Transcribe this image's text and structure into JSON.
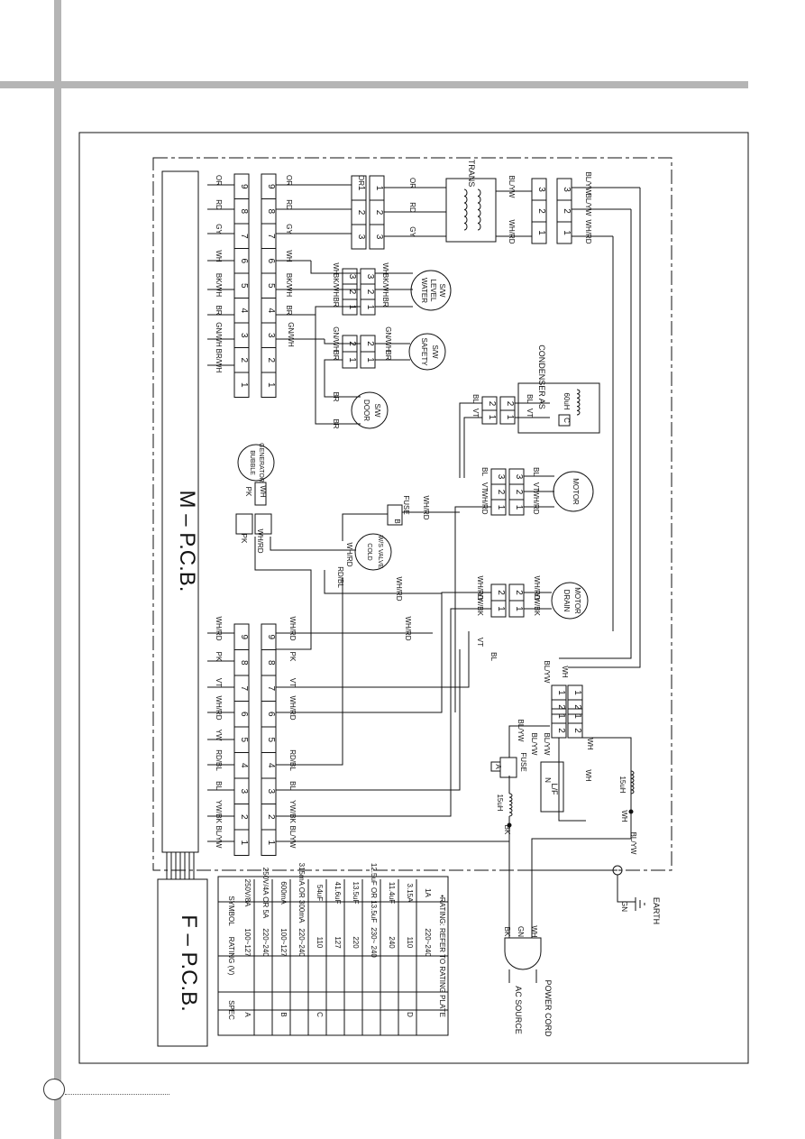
{
  "boards": {
    "main": "M – P.C.B.",
    "front": "F – P.C.B."
  },
  "connectors": {
    "pins9": [
      "9",
      "8",
      "7",
      "6",
      "5",
      "4",
      "3",
      "2",
      "1"
    ],
    "upper_wires": [
      "OR",
      "RD",
      "GY",
      "WH",
      "BK/WH",
      "BR",
      "GN/WH",
      "BR/WH"
    ],
    "upper_wires_right": [
      "OR",
      "RD",
      "GY",
      "WH",
      "BK/WH",
      "BR",
      "GN/WH"
    ],
    "lower_wires": [
      "WH/RD",
      "PK",
      "VT",
      "WH/RD",
      "YW",
      "RD/BL",
      "BL",
      "YW/BK",
      "BL/YW"
    ],
    "lower_wires_right": [
      "WH/RD",
      "PK",
      "VT",
      "WH/RD",
      "",
      "RD/BL",
      "BL",
      "YW/BK",
      "BL/YW"
    ]
  },
  "components": {
    "trans": "TRANS",
    "water_level": [
      "WATER",
      "LEVEL",
      "S/W"
    ],
    "safety": [
      "SAFETY",
      "S/W"
    ],
    "door": [
      "DOOR",
      "S/W"
    ],
    "condenser": "CONDENSER AS",
    "coil_60uh": "60uH",
    "cap_c": "C",
    "motor": "MOTOR",
    "bubble": [
      "BUBBLE",
      "GENERATOR"
    ],
    "fuse_b": "FUSE",
    "fuse_b_tag": "B",
    "cold_valve": [
      "COLD",
      "W/S VALVE"
    ],
    "drain_motor": [
      "DRAIN",
      "MOTOR"
    ],
    "fuse_a": "FUSE",
    "fuse_a_tag": "A",
    "lf": "L/F",
    "lf_n": "N",
    "coil_15uh_left": "15uH",
    "coil_15uh_right": "15uH",
    "ac_source": "AC SOURCE",
    "power_cord": "POWER CORD",
    "earth": "EARTH"
  },
  "wire_labels": {
    "trans_left": [
      "OR",
      "RD",
      "GY"
    ],
    "trans_right": [
      "BL/YW",
      "WH/RD"
    ],
    "trans_far": [
      "BL/YW",
      "BL/YW",
      "WH/RD"
    ],
    "wl_left": [
      "WH",
      "BK/WH",
      "BR"
    ],
    "wl_right": [
      "WH",
      "BK/WH",
      "BR"
    ],
    "safety_left": [
      "GN/WH",
      "BR"
    ],
    "safety_right": [
      "GN/WH",
      "BR"
    ],
    "door": [
      "BR",
      "BR"
    ],
    "cond": [
      "BL",
      "VT",
      "BL",
      "VT"
    ],
    "motor_left": [
      "BL",
      "VT",
      "WH/RD"
    ],
    "motor_right": [
      "BL",
      "VT",
      "WH/RD"
    ],
    "bubble": [
      "PK",
      "WH"
    ],
    "bubble_left": [
      "PK",
      "WH/RD"
    ],
    "fuse_b": "WH/RD",
    "valve": [
      "WH/RD",
      "RD/BL",
      "WH/RD"
    ],
    "drain_left": [
      "WH/RD",
      "YW/BK"
    ],
    "drain_right": [
      "WH/RD",
      "YW/BK"
    ],
    "mid_vt": "VT",
    "mid_bl": "BL",
    "relay_top": [
      "BL/YW",
      "WH"
    ],
    "relay_bottom": [
      "BL/YW",
      "WH"
    ],
    "fuse_a_wire": "BL/YW",
    "lf_wires": [
      "BL/YW",
      "WH"
    ],
    "wh_junction": "WH",
    "bk_junction": "BK",
    "bl_yw_main": "BL/YW",
    "plug": [
      "BK",
      "GN",
      "WH"
    ],
    "gn": "GN"
  },
  "spec_table": {
    "headers": [
      "SYMBOL",
      "RATING (V)",
      "SPEC"
    ],
    "rows": [
      {
        "symbol": "A",
        "rating": "100~127",
        "spec": "250V/8A"
      },
      {
        "symbol": "",
        "rating": "220~240",
        "spec": "250V/4A OR 5A"
      },
      {
        "symbol": "B",
        "rating": "100~127",
        "spec": "600mA"
      },
      {
        "symbol": "",
        "rating": "220~240",
        "spec": "315mA OR 300mA"
      },
      {
        "symbol": "C",
        "rating": "110",
        "spec": "54uF"
      },
      {
        "symbol": "",
        "rating": "127",
        "spec": "41.6uF"
      },
      {
        "symbol": "",
        "rating": "220",
        "spec": "13.5uF"
      },
      {
        "symbol": "",
        "rating": "230~ 240",
        "spec": "12.5uF OR 13.5uF"
      },
      {
        "symbol": "",
        "rating": "240",
        "spec": "11.4uF"
      },
      {
        "symbol": "D",
        "rating": "110",
        "spec": "3.15A"
      },
      {
        "symbol": "",
        "rating": "220~240",
        "spec": "1A"
      }
    ],
    "note": "•RATING: REFER TO RATING PLATE"
  },
  "colors": {
    "chrome": "#b5b5b5",
    "line": "#111111"
  }
}
